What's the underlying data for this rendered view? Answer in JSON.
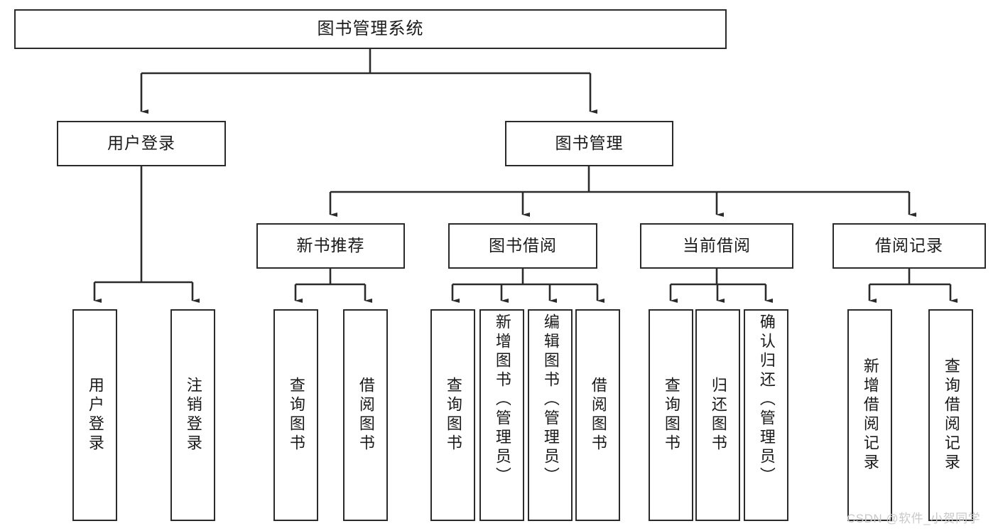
{
  "diagram": {
    "title": "图书管理系统",
    "watermark": "CSDN @软件_小贺同学",
    "stroke_color": "#2b2b2b",
    "fill_color": "#ffffff",
    "nodes": {
      "root": {
        "label": "图书管理系统"
      },
      "level2": [
        {
          "label": "用户登录"
        },
        {
          "label": "图书管理"
        }
      ],
      "level3": [
        {
          "label": "新书推荐"
        },
        {
          "label": "图书借阅"
        },
        {
          "label": "当前借阅"
        },
        {
          "label": "借阅记录"
        }
      ],
      "leaves": {
        "user_login": [
          {
            "label": "用户登录"
          },
          {
            "label": "注销登录"
          }
        ],
        "new_book": [
          {
            "label": "查询图书"
          },
          {
            "label": "借阅图书"
          }
        ],
        "borrow_book": [
          {
            "label": "查询图书"
          },
          {
            "label": "新增图书（管理员）"
          },
          {
            "label": "编辑图书（管理员）"
          },
          {
            "label": "借阅图书"
          }
        ],
        "current_borrow": [
          {
            "label": "查询图书"
          },
          {
            "label": "归还图书"
          },
          {
            "label": "确认归还（管理员）"
          }
        ],
        "borrow_record": [
          {
            "label": "新增借阅记录"
          },
          {
            "label": "查询借阅记录"
          }
        ]
      }
    }
  }
}
